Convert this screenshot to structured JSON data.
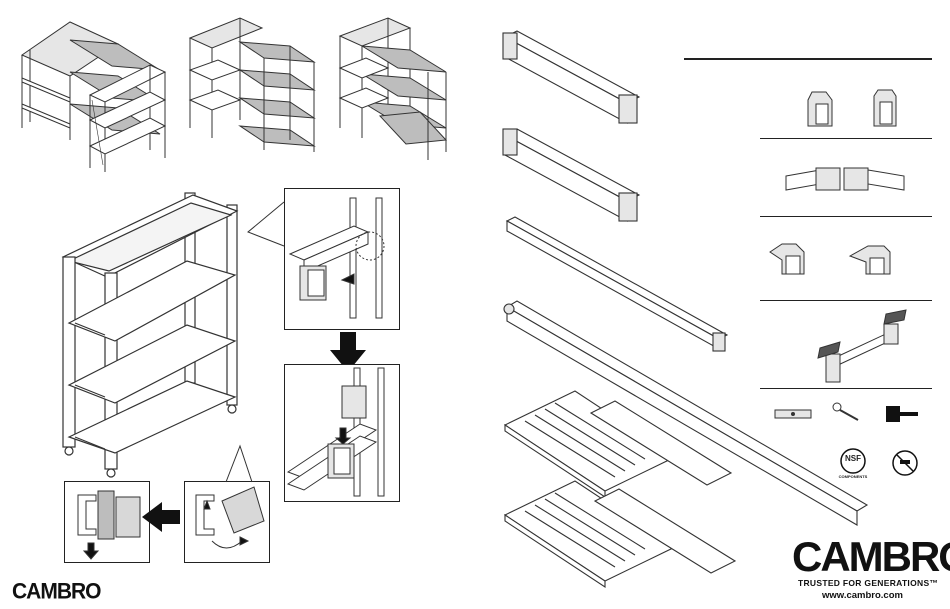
{
  "brand": {
    "logo_left": "CAMBRO",
    "logo_right": "CAMBRO",
    "tagline": "TRUSTED FOR GENERATIONS™",
    "url": "www.cambro.com"
  },
  "icons": {
    "nsf_label": "NSF",
    "nsf_sub": "COMPONENTS",
    "tools": [
      "level-icon",
      "wrench-icon",
      "mallet-icon",
      "nsf-icon",
      "no-tools-icon"
    ]
  },
  "colors": {
    "line": "#333333",
    "panel": "#bdbdbd",
    "light_panel": "#e6e6e6",
    "arrow": "#111111"
  }
}
